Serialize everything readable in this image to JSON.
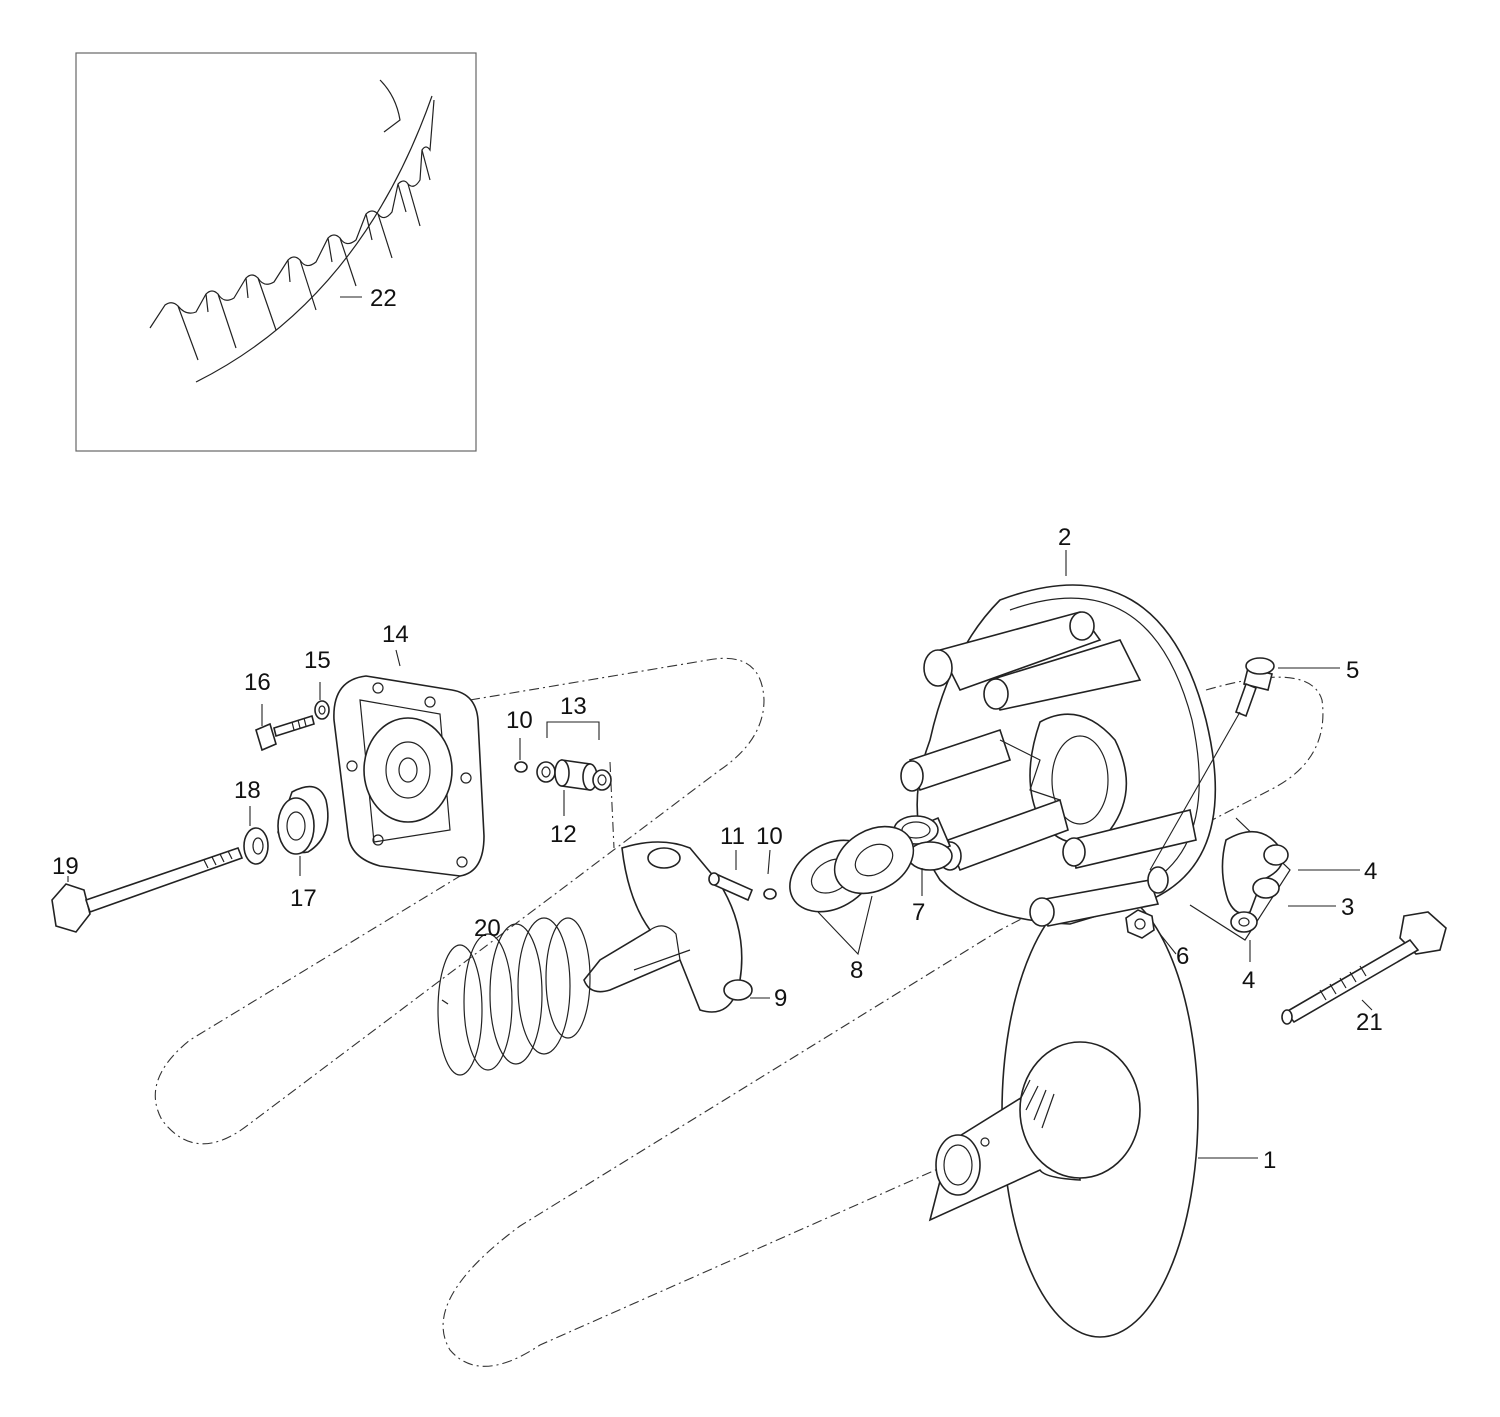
{
  "diagram": {
    "callouts": [
      {
        "id": "1",
        "label": "1"
      },
      {
        "id": "2",
        "label": "2"
      },
      {
        "id": "3",
        "label": "3"
      },
      {
        "id": "4a",
        "label": "4"
      },
      {
        "id": "4b",
        "label": "4"
      },
      {
        "id": "5",
        "label": "5"
      },
      {
        "id": "6",
        "label": "6"
      },
      {
        "id": "7",
        "label": "7"
      },
      {
        "id": "8",
        "label": "8"
      },
      {
        "id": "9",
        "label": "9"
      },
      {
        "id": "10a",
        "label": "10"
      },
      {
        "id": "10b",
        "label": "10"
      },
      {
        "id": "11",
        "label": "11"
      },
      {
        "id": "12",
        "label": "12"
      },
      {
        "id": "13",
        "label": "13"
      },
      {
        "id": "14",
        "label": "14"
      },
      {
        "id": "15",
        "label": "15"
      },
      {
        "id": "16",
        "label": "16"
      },
      {
        "id": "17",
        "label": "17"
      },
      {
        "id": "18",
        "label": "18"
      },
      {
        "id": "19",
        "label": "19"
      },
      {
        "id": "20",
        "label": "20"
      },
      {
        "id": "21",
        "label": "21"
      },
      {
        "id": "22",
        "label": "22"
      }
    ]
  }
}
